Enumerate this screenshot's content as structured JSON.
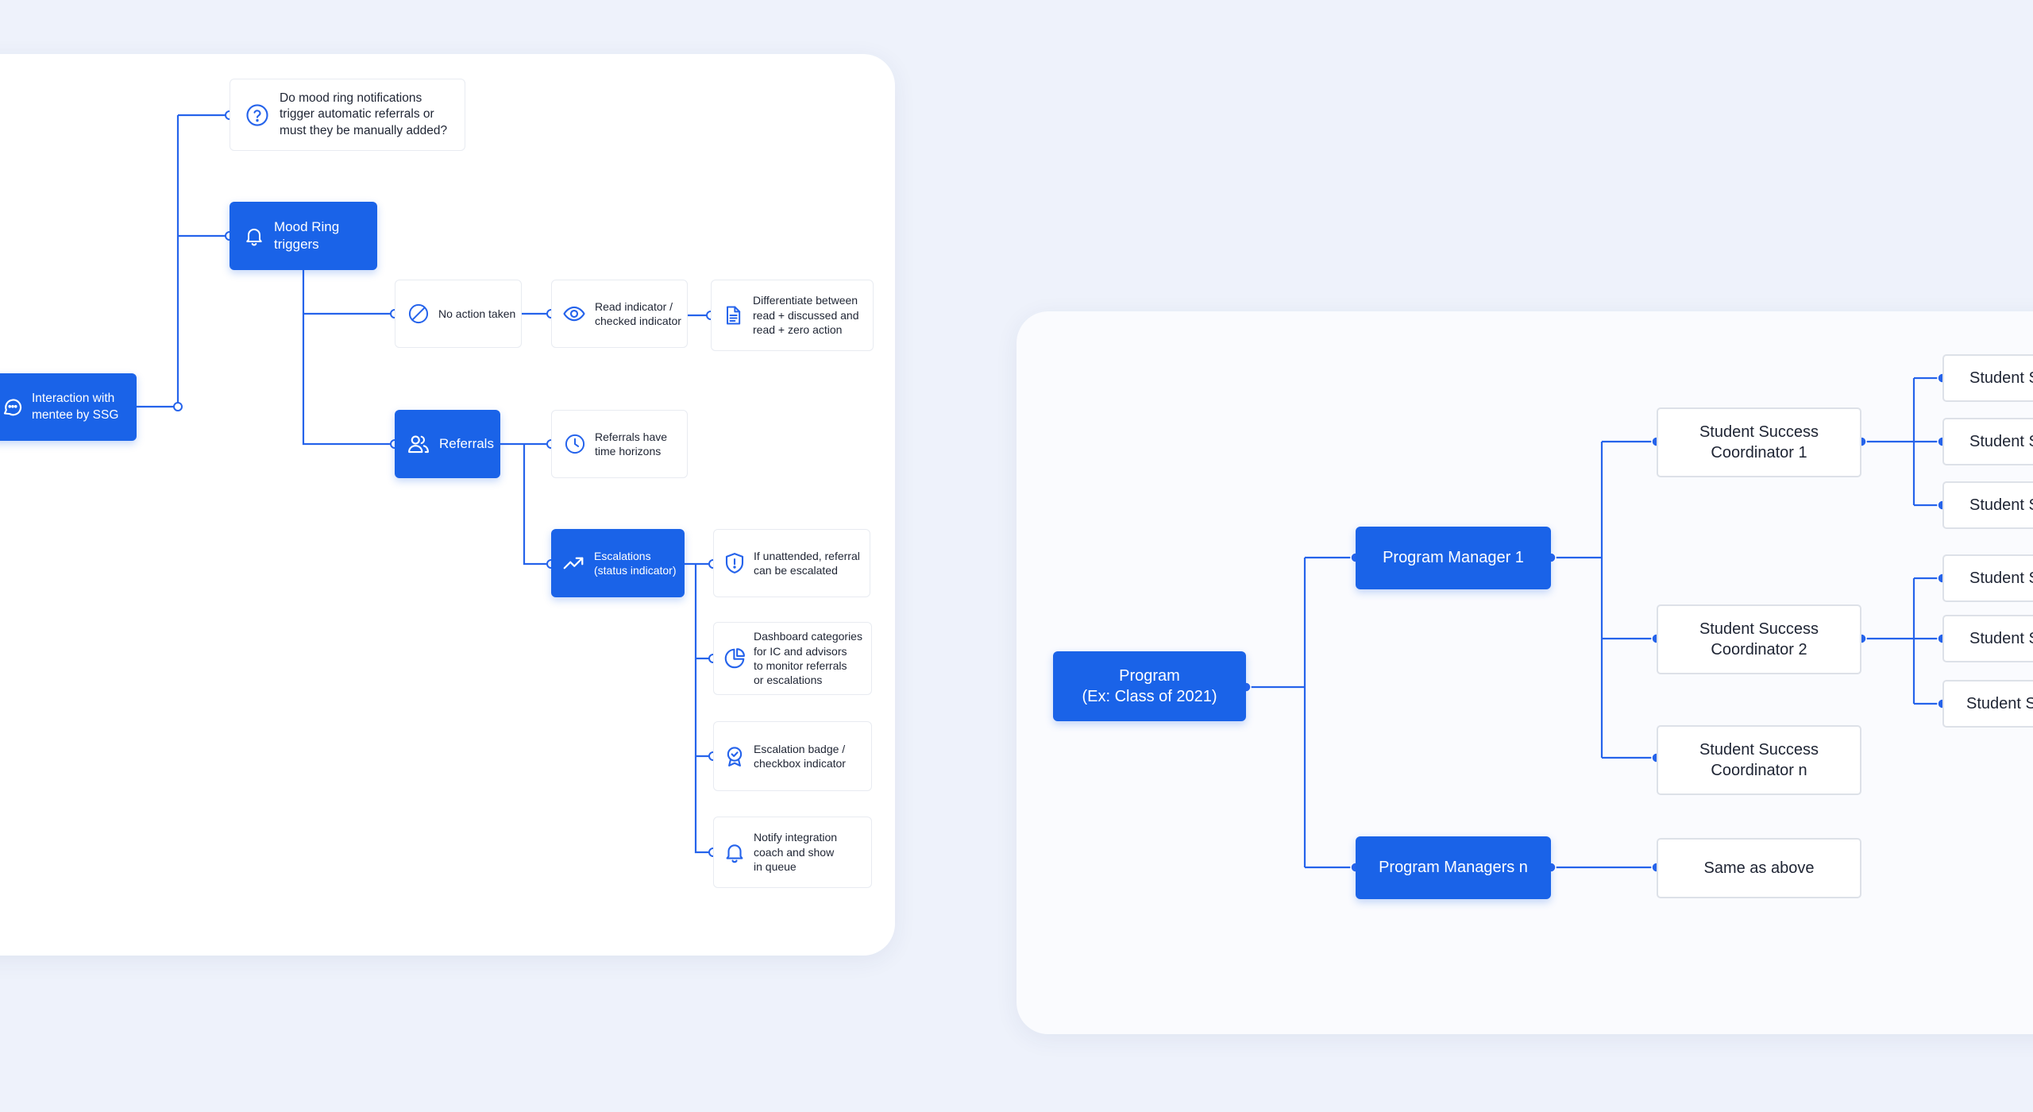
{
  "left_flow": {
    "interaction": "Interaction with\nmentee by SSG",
    "question": "Do mood ring notifications\ntrigger automatic referrals or\nmust they be manually added?",
    "mood_ring": "Mood Ring\ntriggers",
    "no_action": "No action taken",
    "read_indicator": "Read indicator /\nchecked indicator",
    "differentiate": "Differentiate between\nread + discussed and\nread + zero action",
    "referrals": "Referrals",
    "time_horizons": "Referrals have\ntime horizons",
    "escalations": "Escalations\n(status indicator)",
    "unattended": "If unattended, referral\ncan be escalated",
    "dashboard": "Dashboard categories\nfor IC and advisors\nto monitor referrals\nor escalations",
    "badge": "Escalation badge /\ncheckbox indicator",
    "notify": "Notify integration\ncoach and show\nin queue"
  },
  "right_tree": {
    "program": "Program\n(Ex: Class of 2021)",
    "pm1": "Program Manager 1",
    "pmn": "Program Managers n",
    "ssc1": "Student Success\nCoordinator 1",
    "ssc2": "Student Success\nCoordinator 2",
    "sscn": "Student Success\nCoordinator n",
    "same": "Same as above",
    "students": [
      "Student S",
      "Student S",
      "Student S",
      "Student S",
      "Student S",
      "Student S"
    ]
  },
  "colors": {
    "accent": "#1a63e8",
    "background": "#eef2fb",
    "card": "#ffffff"
  }
}
